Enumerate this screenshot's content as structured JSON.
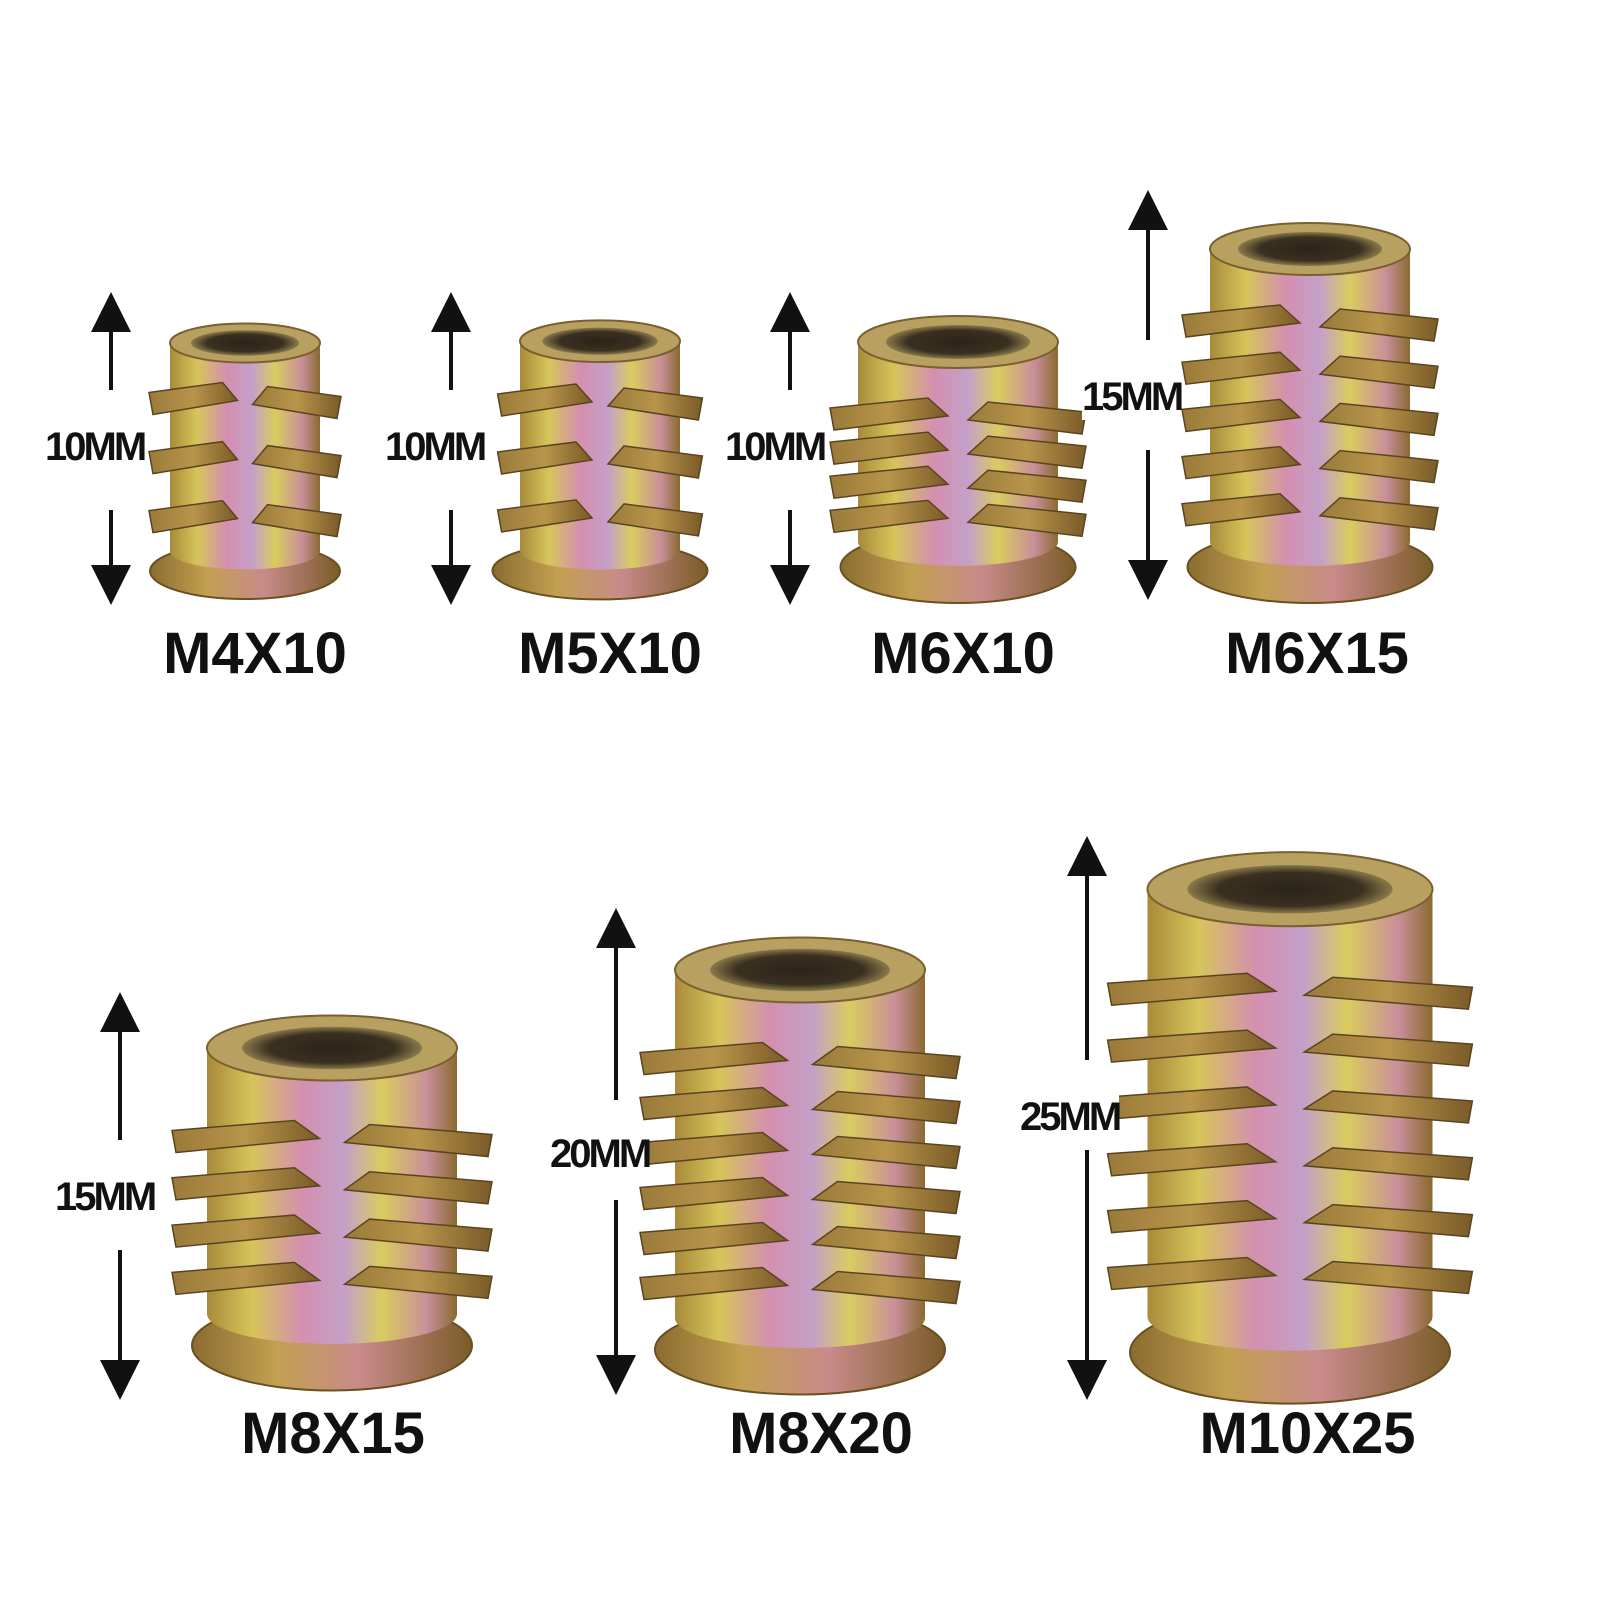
{
  "image": {
    "background": "#ffffff",
    "description": "Threaded wood inserts (zinc-plated, iridescent) with size labels and height dimension arrows"
  },
  "colors": {
    "metal_gold": "#c9b24a",
    "metal_pink": "#c98aa0",
    "metal_bronze": "#8a6a30",
    "text": "#111111"
  },
  "items": [
    {
      "id": "m4x10",
      "label": "M4X10",
      "dimension": "10MM"
    },
    {
      "id": "m5x10",
      "label": "M5X10",
      "dimension": "10MM"
    },
    {
      "id": "m6x10",
      "label": "M6X10",
      "dimension": "10MM"
    },
    {
      "id": "m6x15",
      "label": "M6X15",
      "dimension": "15MM"
    },
    {
      "id": "m8x15",
      "label": "M8X15",
      "dimension": "15MM"
    },
    {
      "id": "m8x20",
      "label": "M8X20",
      "dimension": "20MM"
    },
    {
      "id": "m10x25",
      "label": "M10X25",
      "dimension": "25MM"
    }
  ]
}
